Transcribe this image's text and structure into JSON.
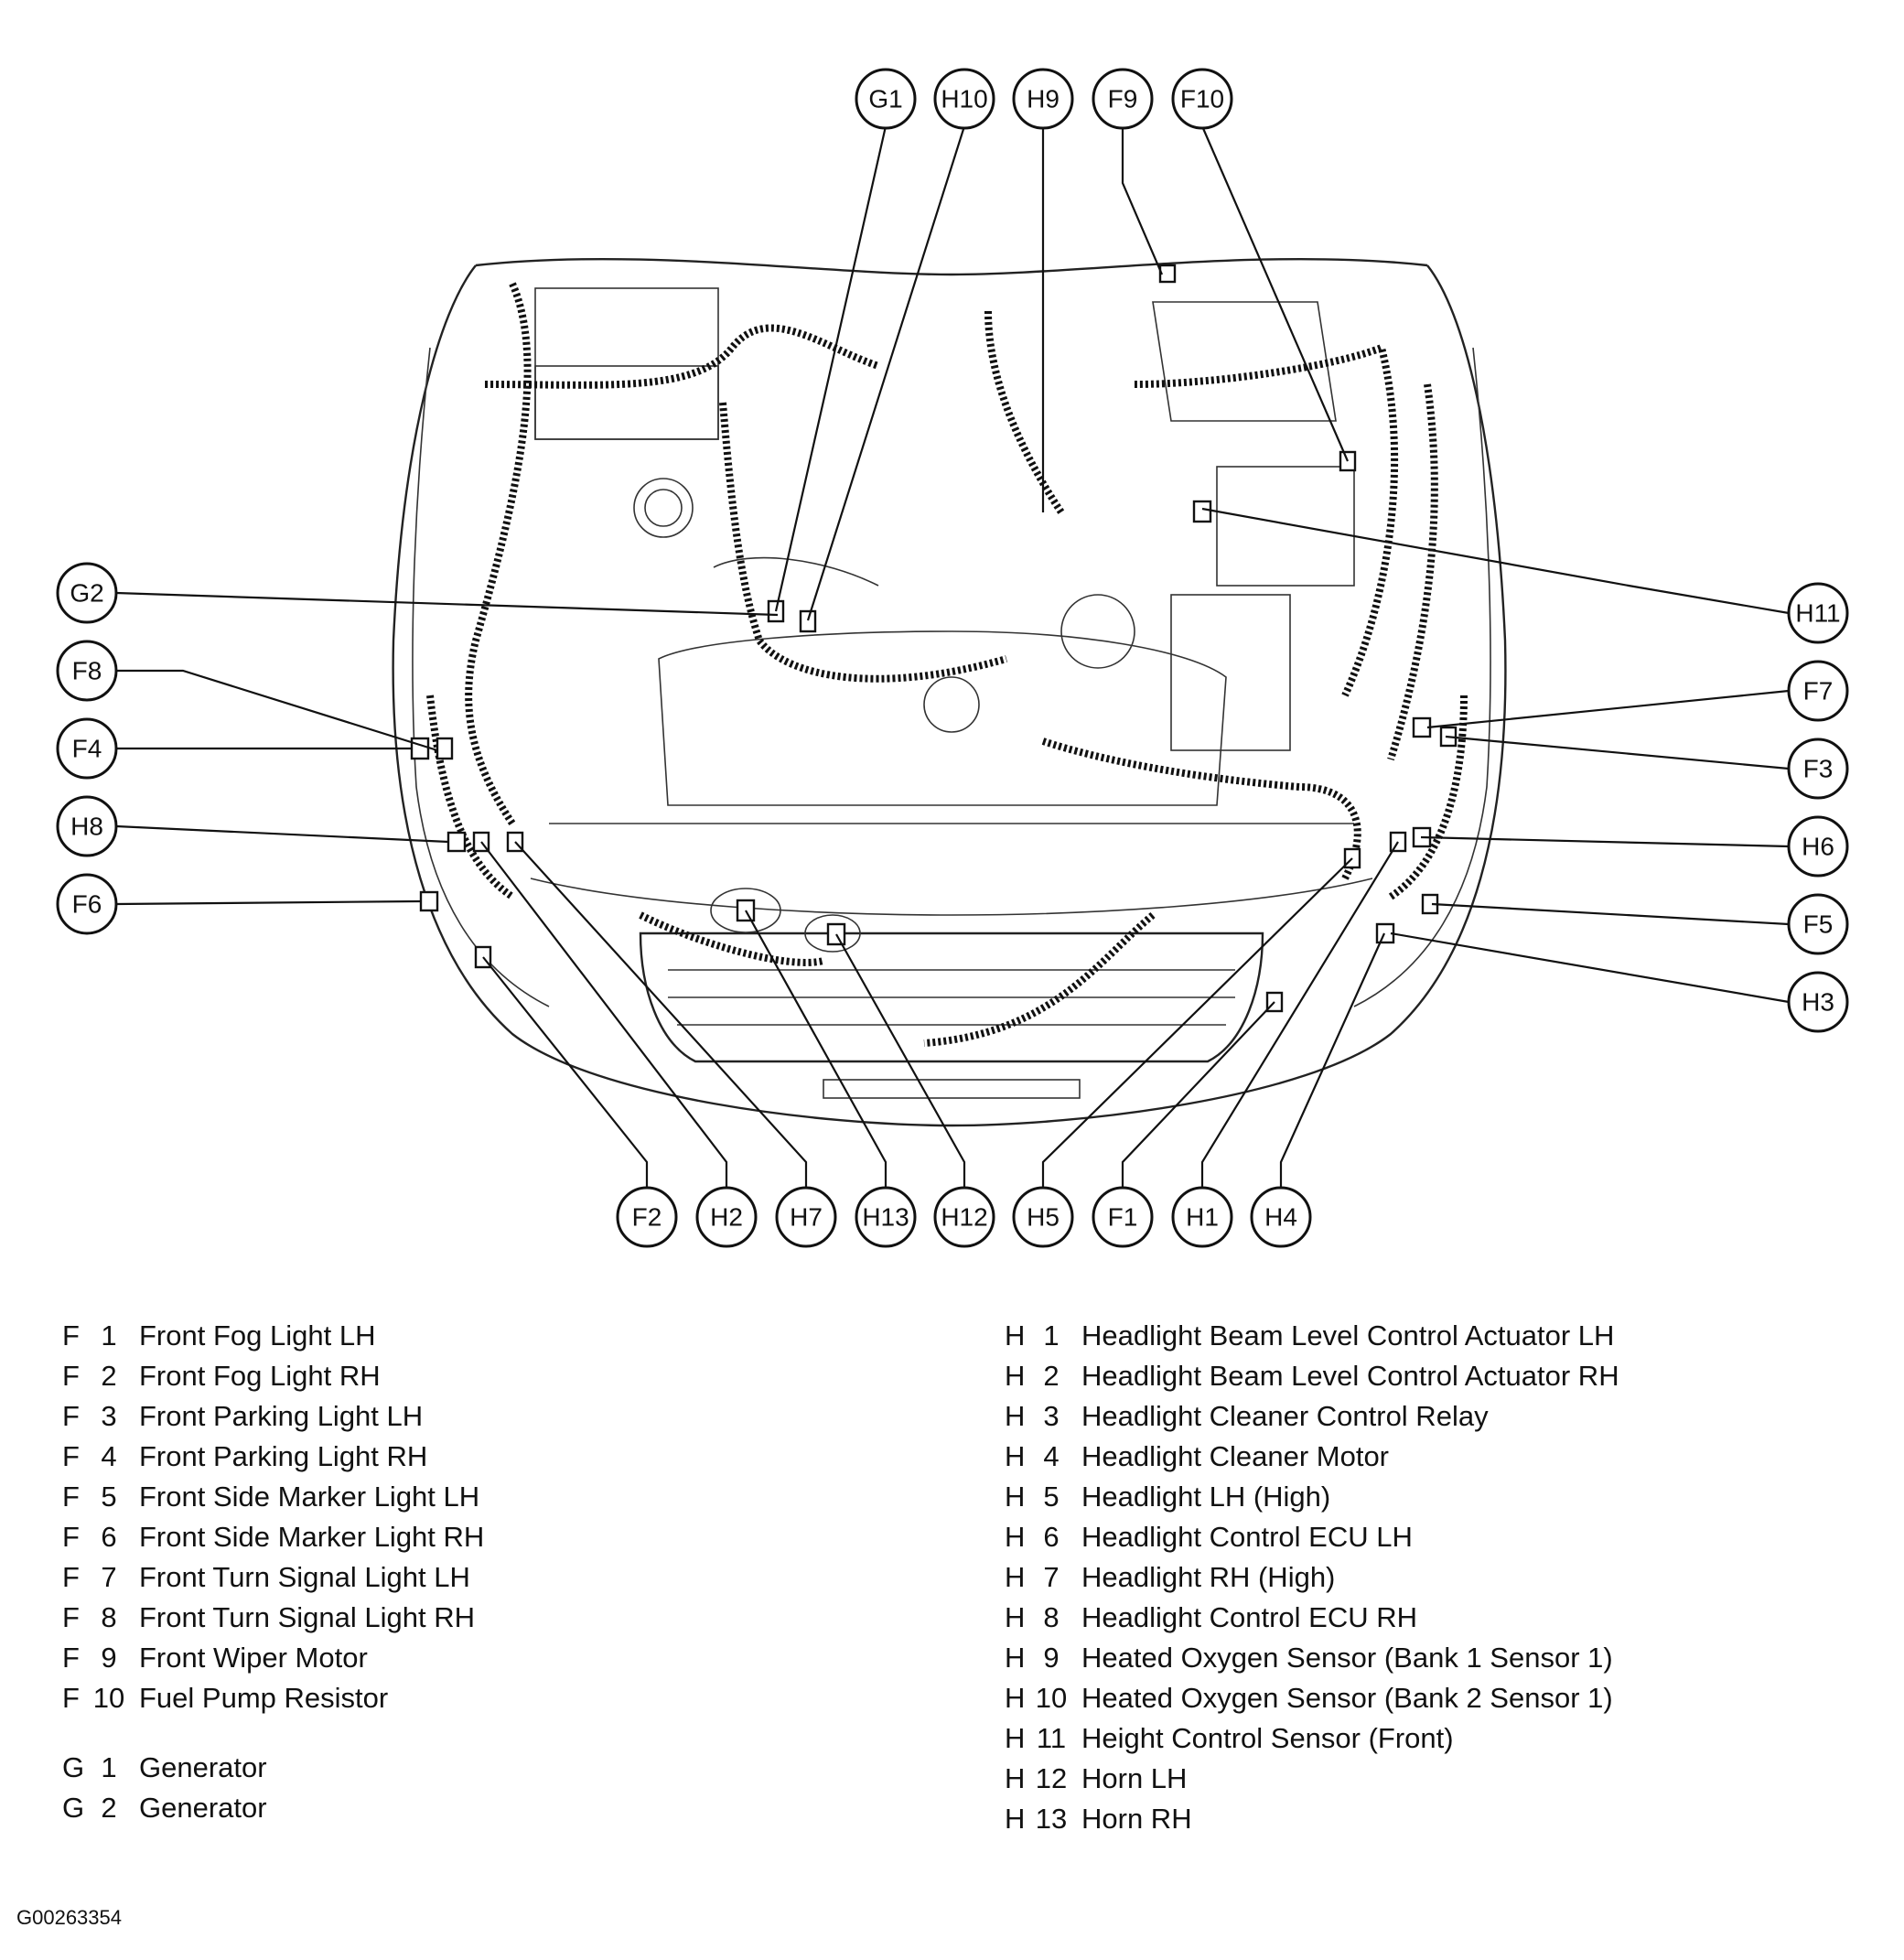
{
  "callouts": {
    "top": [
      "G1",
      "H10",
      "H9",
      "F9",
      "F10"
    ],
    "left": [
      "G2",
      "F8",
      "F4",
      "H8",
      "F6"
    ],
    "right": [
      "H11",
      "F7",
      "F3",
      "H6",
      "F5",
      "H3"
    ],
    "bottom": [
      "F2",
      "H2",
      "H7",
      "H13",
      "H12",
      "H5",
      "F1",
      "H1",
      "H4"
    ]
  },
  "legend": {
    "left": [
      {
        "letter": "F",
        "num": "1",
        "text": "Front Fog Light LH"
      },
      {
        "letter": "F",
        "num": "2",
        "text": "Front Fog Light RH"
      },
      {
        "letter": "F",
        "num": "3",
        "text": "Front Parking Light LH"
      },
      {
        "letter": "F",
        "num": "4",
        "text": "Front Parking Light RH"
      },
      {
        "letter": "F",
        "num": "5",
        "text": "Front Side Marker Light LH"
      },
      {
        "letter": "F",
        "num": "6",
        "text": "Front Side Marker Light RH"
      },
      {
        "letter": "F",
        "num": "7",
        "text": "Front Turn Signal Light LH"
      },
      {
        "letter": "F",
        "num": "8",
        "text": "Front Turn Signal Light RH"
      },
      {
        "letter": "F",
        "num": "9",
        "text": "Front Wiper Motor"
      },
      {
        "letter": "F",
        "num": "10",
        "text": "Fuel Pump Resistor"
      },
      {
        "letter": "G",
        "num": "1",
        "text": "Generator"
      },
      {
        "letter": "G",
        "num": "2",
        "text": "Generator"
      }
    ],
    "right": [
      {
        "letter": "H",
        "num": "1",
        "text": "Headlight Beam Level Control Actuator LH"
      },
      {
        "letter": "H",
        "num": "2",
        "text": "Headlight Beam Level Control Actuator RH"
      },
      {
        "letter": "H",
        "num": "3",
        "text": "Headlight Cleaner Control Relay"
      },
      {
        "letter": "H",
        "num": "4",
        "text": "Headlight Cleaner Motor"
      },
      {
        "letter": "H",
        "num": "5",
        "text": "Headlight LH (High)"
      },
      {
        "letter": "H",
        "num": "6",
        "text": "Headlight Control ECU LH"
      },
      {
        "letter": "H",
        "num": "7",
        "text": "Headlight RH (High)"
      },
      {
        "letter": "H",
        "num": "8",
        "text": "Headlight Control ECU RH"
      },
      {
        "letter": "H",
        "num": "9",
        "text": "Heated Oxygen Sensor (Bank 1 Sensor 1)"
      },
      {
        "letter": "H",
        "num": "10",
        "text": "Heated Oxygen Sensor (Bank 2 Sensor 1)"
      },
      {
        "letter": "H",
        "num": "11",
        "text": "Height Control Sensor (Front)"
      },
      {
        "letter": "H",
        "num": "12",
        "text": "Horn LH"
      },
      {
        "letter": "H",
        "num": "13",
        "text": "Horn RH"
      }
    ]
  },
  "figure_id": "G00263354"
}
